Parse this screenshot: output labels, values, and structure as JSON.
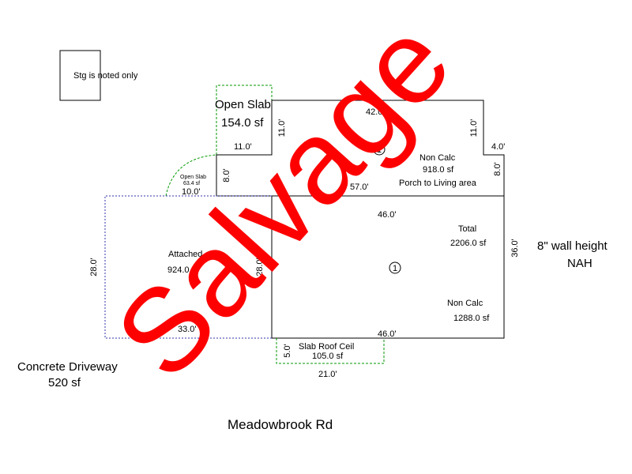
{
  "storage_note": "Stg is noted only",
  "open_slab_top": {
    "label": "Open Slab",
    "area": "154.0 sf",
    "dim_width": "11.0'"
  },
  "open_slab_small": {
    "label": "Open Slab",
    "area": "63.4 sf",
    "dim_width": "10.0'"
  },
  "upper_section": {
    "dim_top": "42.0'",
    "dim_left": "11.0'",
    "dim_right": "11.0'",
    "dim_step": "4.0'",
    "dim_right_lower": "8.0'",
    "dim_left_lower": "8.0'",
    "dim_bottom": "57.0'",
    "label": "Non Calc",
    "area": "918.0 sf",
    "note": "Porch to Living area",
    "marker": "1"
  },
  "main_section": {
    "dim_top": "46.0'",
    "dim_right": "36.0'",
    "dim_bottom": "46.0'",
    "total_label": "Total",
    "total_area": "2206.0 sf",
    "label": "Non Calc",
    "area": "1288.0 sf",
    "marker": "1"
  },
  "garage": {
    "label": "Attached",
    "area": "924.0 sf",
    "dim_left": "28.0'",
    "dim_right": "28.0'",
    "dim_bottom": "33.0'"
  },
  "slab_roof": {
    "label": "Slab Roof Ceil",
    "area": "105.0 sf",
    "dim_side": "5.0'",
    "dim_bottom": "21.0'"
  },
  "wall_note": {
    "line1": "8\" wall height",
    "line2": "NAH"
  },
  "driveway": {
    "label": "Concrete Driveway",
    "area": "520 sf"
  },
  "street": "Meadowbrook Rd",
  "watermark": "Salvage",
  "colors": {
    "walls": "#000000",
    "slab": "#009900",
    "garage": "#3333aa",
    "watermark": "#ff0000"
  }
}
